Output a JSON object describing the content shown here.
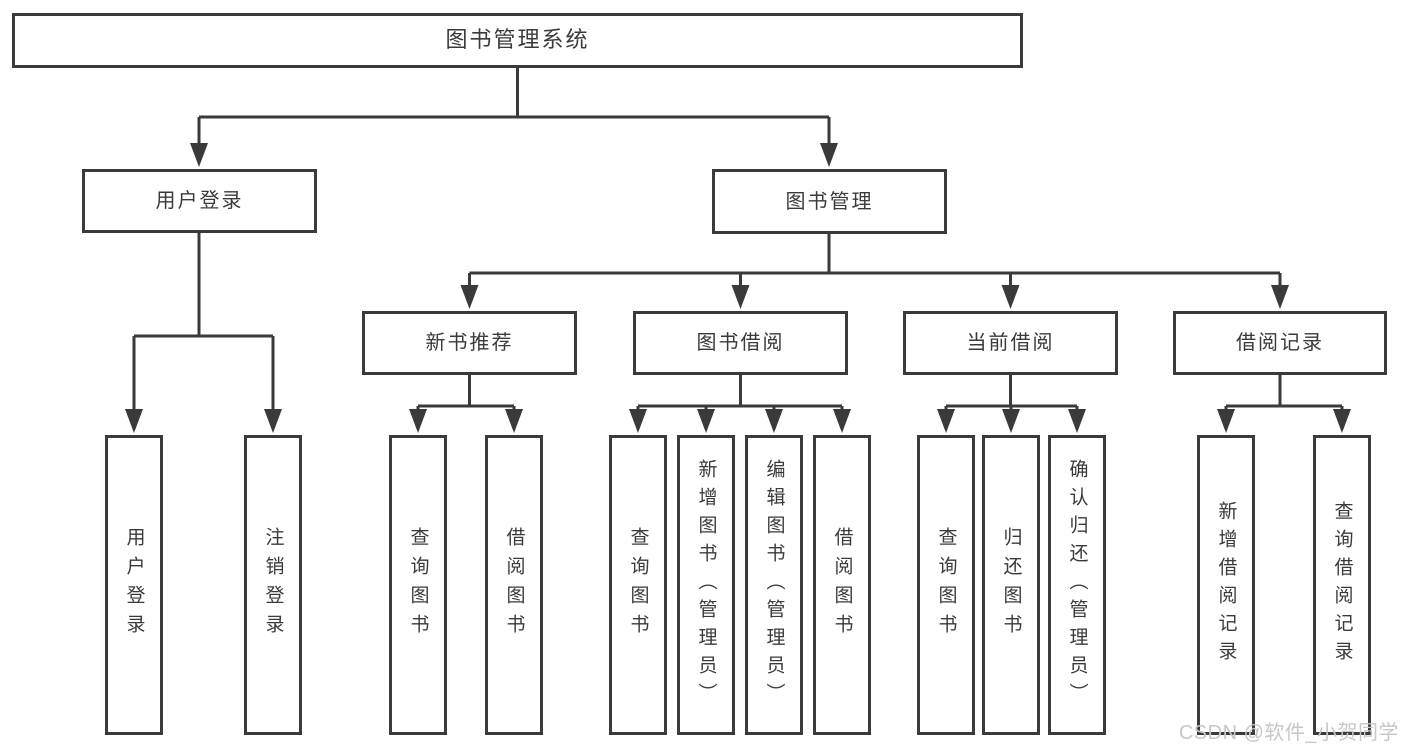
{
  "tree": {
    "root": {
      "label": "图书管理系统",
      "children": [
        {
          "label": "用户登录",
          "children": [
            {
              "label": "用户登录"
            },
            {
              "label": "注销登录"
            }
          ]
        },
        {
          "label": "图书管理",
          "children": [
            {
              "label": "新书推荐",
              "children": [
                {
                  "label": "查询图书"
                },
                {
                  "label": "借阅图书"
                }
              ]
            },
            {
              "label": "图书借阅",
              "children": [
                {
                  "label": "查询图书"
                },
                {
                  "label": "新增图书（管理员）"
                },
                {
                  "label": "编辑图书（管理员）"
                },
                {
                  "label": "借阅图书"
                }
              ]
            },
            {
              "label": "当前借阅",
              "children": [
                {
                  "label": "查询图书"
                },
                {
                  "label": "归还图书"
                },
                {
                  "label": "确认归还（管理员）"
                }
              ]
            },
            {
              "label": "借阅记录",
              "children": [
                {
                  "label": "新增借阅记录"
                },
                {
                  "label": "查询借阅记录"
                }
              ]
            }
          ]
        }
      ]
    }
  },
  "watermark": {
    "text": "CSDN @软件_小贺同学"
  },
  "colors": {
    "line": "#3a3a3a",
    "text": "#3a3a3a",
    "box_background": "#ffffff",
    "page_background": "#ffffff",
    "watermark": "#c7c7c7"
  }
}
